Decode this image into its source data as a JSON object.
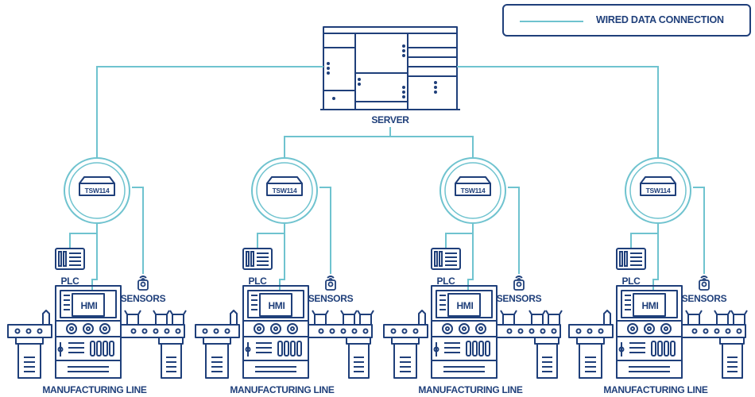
{
  "legend": {
    "label": "WIRED DATA CONNECTION"
  },
  "server": {
    "label": "SERVER"
  },
  "switch_model": "TSW114",
  "plc_label": "PLC",
  "hmi_label": "HMI",
  "sensors_label": "SENSORS",
  "line_label": "MANUFACTURING LINE",
  "colors": {
    "dark": "#1f3f7a",
    "cyan": "#6fc3cf"
  }
}
